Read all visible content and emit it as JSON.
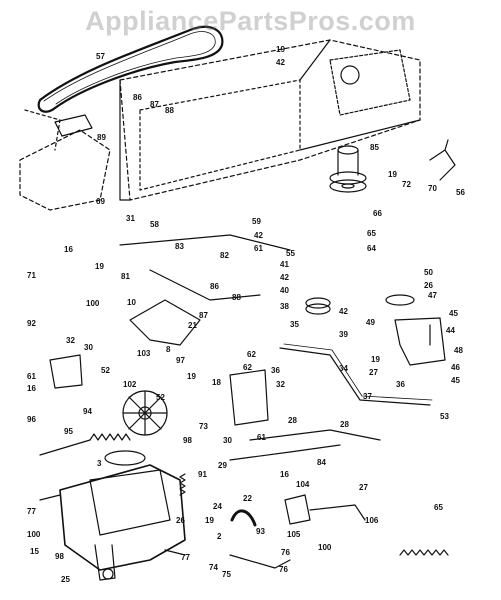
{
  "watermark": "AppliancePartsPros.com",
  "colors": {
    "ink": "#111111",
    "paper": "#ffffff",
    "watermark": "#8a8a8a"
  },
  "callouts": [
    "57",
    "86",
    "87",
    "88",
    "89",
    "69",
    "31",
    "58",
    "19",
    "42",
    "85",
    "19",
    "72",
    "70",
    "56",
    "59",
    "42",
    "61",
    "55",
    "66",
    "65",
    "64",
    "16",
    "19",
    "71",
    "100",
    "92",
    "83",
    "82",
    "81",
    "88",
    "86",
    "10",
    "8",
    "21",
    "87",
    "41",
    "42",
    "40",
    "38",
    "42",
    "39",
    "50",
    "26",
    "47",
    "49",
    "45",
    "44",
    "48",
    "46",
    "45",
    "19",
    "27",
    "36",
    "53",
    "32",
    "30",
    "61",
    "16",
    "52",
    "103",
    "102",
    "97",
    "19",
    "18",
    "62",
    "32",
    "36",
    "35",
    "34",
    "62",
    "94",
    "73",
    "98",
    "52",
    "30",
    "61",
    "37",
    "28",
    "28",
    "27",
    "96",
    "95",
    "29",
    "22",
    "3",
    "91",
    "26",
    "24",
    "19",
    "93",
    "16",
    "104",
    "105",
    "84",
    "106",
    "100",
    "77",
    "100",
    "15",
    "98",
    "25",
    "2",
    "77",
    "74",
    "75",
    "76",
    "76",
    "65"
  ]
}
